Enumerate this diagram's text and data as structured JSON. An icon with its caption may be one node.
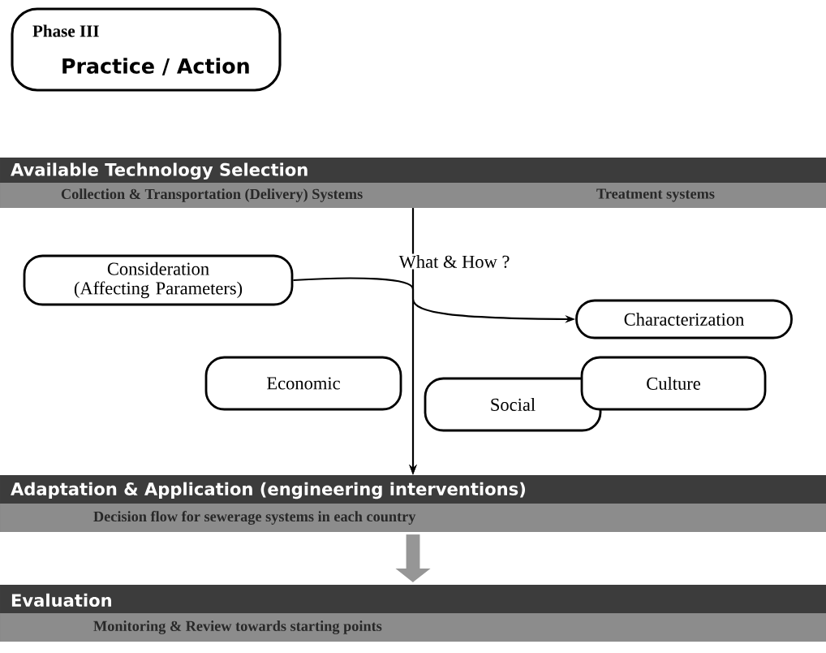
{
  "diagram": {
    "nodes": [
      {
        "text": [
          "Phase III",
          "Practice / Action"
        ]
      },
      {
        "text": [
          "Available Technology Selection",
          "Collection & Transportation (Delivery) Systems",
          "Treatment systems"
        ]
      },
      {
        "text": [
          "Consideration (Affecting Parameters)"
        ]
      },
      {
        "text": [
          "Characterization"
        ]
      },
      {
        "text": [
          "Economic"
        ]
      },
      {
        "text": [
          "Social"
        ]
      },
      {
        "text": [
          "Culture"
        ]
      },
      {
        "text": [
          "Adaptation & Application (engineering interventions)",
          "Decision flow for sewerage systems in each country"
        ]
      },
      {
        "text": [
          "Evaluation",
          "Monitoring & Review towards starting points"
        ]
      }
    ],
    "edges": [
      {
        "from": 1,
        "to": 7,
        "arrow": "to",
        "label": "What & How ?"
      },
      {
        "from": 2,
        "to": 7,
        "arrow": "to"
      },
      {
        "from": 1,
        "to": 3,
        "arrow": "to"
      },
      {
        "from": 7,
        "to": 8,
        "arrow": "to",
        "style": "thick",
        "color": "#969696"
      }
    ]
  }
}
